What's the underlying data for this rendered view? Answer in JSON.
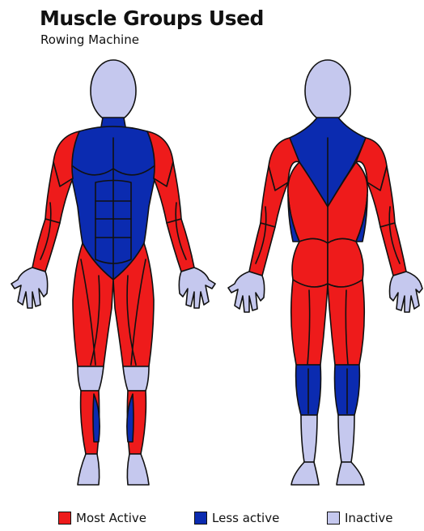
{
  "header": {
    "title": "Muscle Groups Used",
    "subtitle": "Rowing Machine"
  },
  "colors": {
    "most_active": "#ee1b1b",
    "less_active": "#0b2bb0",
    "inactive": "#c5c8ee",
    "outline": "#111111"
  },
  "legend": {
    "items": [
      {
        "label": "Most Active",
        "color": "#ee1b1b"
      },
      {
        "label": "Less active",
        "color": "#0b2bb0"
      },
      {
        "label": "Inactive",
        "color": "#c5c8ee"
      }
    ]
  },
  "figures": {
    "front": {
      "head": "inactive",
      "chest": "less_active",
      "abs": "less_active",
      "shoulders": "most_active",
      "arms": "most_active",
      "forearms": "most_active",
      "hands": "inactive",
      "thighs": "most_active",
      "knees": "inactive",
      "shins": "most_active",
      "calves_inner": "less_active",
      "feet": "inactive"
    },
    "back": {
      "head": "inactive",
      "traps": "less_active",
      "upper_back": "most_active",
      "lats": "less_active",
      "shoulders": "most_active",
      "arms": "most_active",
      "hands": "inactive",
      "glutes": "most_active",
      "hamstrings": "most_active",
      "calves": "less_active",
      "lower_legs": "inactive",
      "feet": "inactive"
    }
  }
}
